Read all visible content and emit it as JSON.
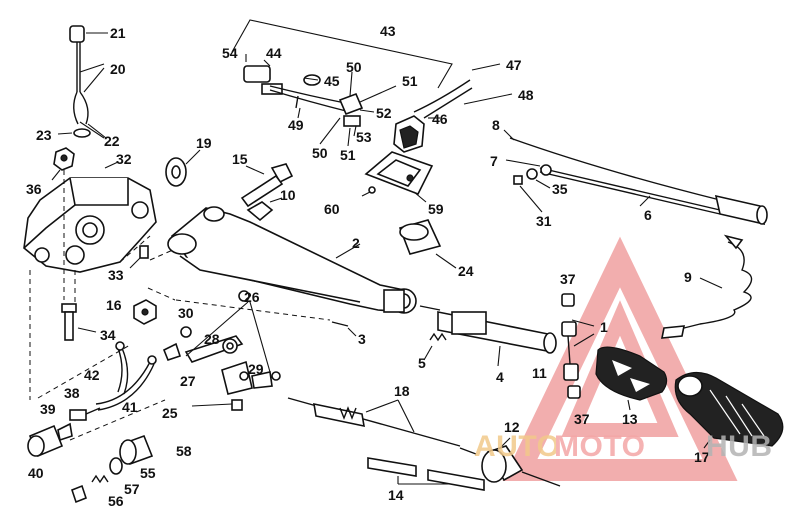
{
  "diagram": {
    "callouts": [
      {
        "id": "c1",
        "text": "1"
      },
      {
        "id": "c2",
        "text": "2"
      },
      {
        "id": "c3",
        "text": "3"
      },
      {
        "id": "c4",
        "text": "4"
      },
      {
        "id": "c5",
        "text": "5"
      },
      {
        "id": "c6",
        "text": "6"
      },
      {
        "id": "c7",
        "text": "7"
      },
      {
        "id": "c8",
        "text": "8"
      },
      {
        "id": "c9",
        "text": "9"
      },
      {
        "id": "c10",
        "text": "10"
      },
      {
        "id": "c11",
        "text": "11"
      },
      {
        "id": "c12",
        "text": "12"
      },
      {
        "id": "c13",
        "text": "13"
      },
      {
        "id": "c14",
        "text": "14"
      },
      {
        "id": "c15",
        "text": "15"
      },
      {
        "id": "c16",
        "text": "16"
      },
      {
        "id": "c17",
        "text": "17"
      },
      {
        "id": "c18",
        "text": "18"
      },
      {
        "id": "c19",
        "text": "19"
      },
      {
        "id": "c20",
        "text": "20"
      },
      {
        "id": "c21",
        "text": "21"
      },
      {
        "id": "c22",
        "text": "22"
      },
      {
        "id": "c23",
        "text": "23"
      },
      {
        "id": "c24",
        "text": "24"
      },
      {
        "id": "c25",
        "text": "25"
      },
      {
        "id": "c26",
        "text": "26"
      },
      {
        "id": "c27",
        "text": "27"
      },
      {
        "id": "c28",
        "text": "28"
      },
      {
        "id": "c29",
        "text": "29"
      },
      {
        "id": "c30",
        "text": "30"
      },
      {
        "id": "c31",
        "text": "31"
      },
      {
        "id": "c32",
        "text": "32"
      },
      {
        "id": "c33",
        "text": "33"
      },
      {
        "id": "c34",
        "text": "34"
      },
      {
        "id": "c35",
        "text": "35"
      },
      {
        "id": "c36",
        "text": "36"
      },
      {
        "id": "c37a",
        "text": "37"
      },
      {
        "id": "c37b",
        "text": "37"
      },
      {
        "id": "c38",
        "text": "38"
      },
      {
        "id": "c39",
        "text": "39"
      },
      {
        "id": "c40",
        "text": "40"
      },
      {
        "id": "c41",
        "text": "41"
      },
      {
        "id": "c42",
        "text": "42"
      },
      {
        "id": "c43",
        "text": "43"
      },
      {
        "id": "c44",
        "text": "44"
      },
      {
        "id": "c45",
        "text": "45"
      },
      {
        "id": "c46",
        "text": "46"
      },
      {
        "id": "c47",
        "text": "47"
      },
      {
        "id": "c48",
        "text": "48"
      },
      {
        "id": "c49",
        "text": "49"
      },
      {
        "id": "c50a",
        "text": "50"
      },
      {
        "id": "c50b",
        "text": "50"
      },
      {
        "id": "c51a",
        "text": "51"
      },
      {
        "id": "c51b",
        "text": "51"
      },
      {
        "id": "c52",
        "text": "52"
      },
      {
        "id": "c53",
        "text": "53"
      },
      {
        "id": "c54",
        "text": "54"
      },
      {
        "id": "c55",
        "text": "55"
      },
      {
        "id": "c56",
        "text": "56"
      },
      {
        "id": "c57",
        "text": "57"
      },
      {
        "id": "c58",
        "text": "58"
      },
      {
        "id": "c59",
        "text": "59"
      },
      {
        "id": "c60",
        "text": "60"
      }
    ]
  },
  "watermark": {
    "part1": "AUTO",
    "part2": "MOTO",
    "part3": "HUB",
    "colors": {
      "triangle": "#f0a0a0",
      "auto": "#f2c98a",
      "moto": "#f4a6a6",
      "hub": "#b3b3b3"
    }
  }
}
